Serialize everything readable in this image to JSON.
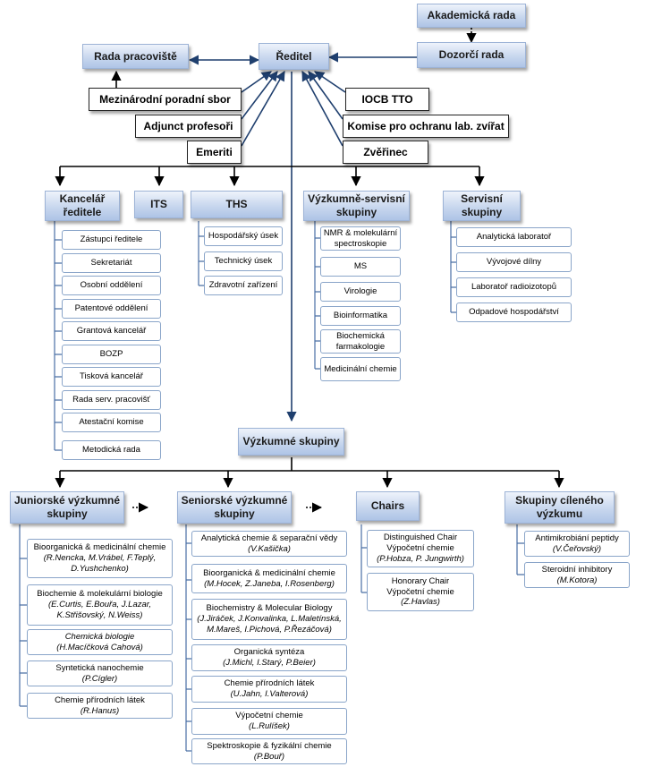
{
  "top": {
    "akademicka_rada": "Akademická rada",
    "dozorci_rada": "Dozorčí rada",
    "reditel": "Ředitel",
    "rada_pracoviste": "Rada pracoviště",
    "mezinarodni": "Mezinárodní poradní sbor",
    "adjunct": "Adjunct profesoři",
    "emeriti": "Emeriti",
    "iocb_tto": "IOCB TTO",
    "komise_zvirat": "Komise pro ochranu lab. zvířat",
    "zverinec": "Zvěřinec"
  },
  "departments": {
    "kancelar": {
      "title": "Kancelář ředitele",
      "items": [
        "Zástupci ředitele",
        "Sekretariát",
        "Osobní oddělení",
        "Patentové oddělení",
        "Grantová kancelář",
        "BOZP",
        "Tisková kancelář",
        "Rada serv. pracovišť",
        "Atestační komise",
        "Metodická rada"
      ]
    },
    "its": {
      "title": "ITS"
    },
    "ths": {
      "title": "THS",
      "items": [
        "Hospodářský úsek",
        "Technický úsek",
        "Zdravotní zařízení"
      ]
    },
    "vyzkumne_servisni": {
      "title": "Výzkumně-servisní skupiny",
      "items": [
        "NMR & molekulární spectroskopie",
        "MS",
        "Virologie",
        "Bioinformatika",
        "Biochemická farmakologie",
        "Medicinální chemie"
      ]
    },
    "servisni": {
      "title": "Servisní skupiny",
      "items": [
        "Analytická laboratoř",
        "Vývojové dílny",
        "Laboratoř radioizotopů",
        "Odpadové hospodářství"
      ]
    }
  },
  "research": {
    "title": "Výzkumné skupiny",
    "junior": {
      "title": "Juniorské výzkumné skupiny",
      "items": [
        {
          "name": "Bioorganická & medicinální chemie",
          "people": "(R.Nencka, M.Vrábel, F.Teplý, D.Yushchenko)"
        },
        {
          "name": "Biochemie & molekulární biologie",
          "people": "(E.Curtis, E.Bouřa, J.Lazar, K.Střišovský, N.Weiss)"
        },
        {
          "name": "Chemická biologie",
          "people": "(H.Macíčková Cahová)"
        },
        {
          "name": "Syntetická nanochemie",
          "people": "(P.Cígler)"
        },
        {
          "name": "Chemie přírodních látek",
          "people": "(R.Hanus)"
        }
      ]
    },
    "senior": {
      "title": "Seniorské výzkumné skupiny",
      "items": [
        {
          "name": "Analytická chemie & separační vědy",
          "people": "(V.Kašička)"
        },
        {
          "name": "Bioorganická & medicinální chemie",
          "people": "(M.Hocek, Z.Janeba, I.Rosenberg)"
        },
        {
          "name": "Biochemistry & Molecular Biology",
          "people": "(J.Jiráček, J.Konvalinka, L.Maletínská, M.Mareš, I.Pichová, P.Řezáčová)"
        },
        {
          "name": "Organická syntéza",
          "people": "(J.Michl, I.Starý, P.Beier)"
        },
        {
          "name": "Chemie přírodních látek",
          "people": "(U.Jahn, I.Valterová)"
        },
        {
          "name": "Výpočetní chemie",
          "people": "(L.Rulíšek)"
        },
        {
          "name": "Spektroskopie & fyzikální chemie",
          "people": "(P.Bouř)"
        }
      ]
    },
    "chairs": {
      "title": "Chairs",
      "items": [
        {
          "name": "Distinguished Chair",
          "sub": "Výpočetní chemie",
          "people": "(P.Hobza, P. Jungwirth)"
        },
        {
          "name": "Honorary Chair",
          "sub": "Výpočetní chemie",
          "people": "(Z.Havlas)"
        }
      ]
    },
    "cilene": {
      "title": "Skupiny cíleného výzkumu",
      "items": [
        {
          "name": "Antimikrobiání peptidy",
          "people": "(V.Čeřovský)"
        },
        {
          "name": "Steroidní inhibitory",
          "people": "(M.Kotora)"
        }
      ]
    }
  }
}
